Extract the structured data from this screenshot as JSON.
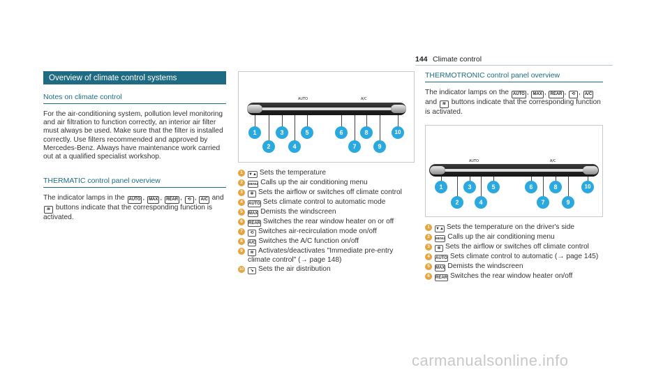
{
  "header": {
    "page_number": "144",
    "section_title": "Climate control"
  },
  "col1": {
    "banner": "Overview of climate control systems",
    "notes_heading": "Notes on climate control",
    "notes_text": "For the air-conditioning system, pollution level monitoring and air filtration to function correctly, an interior air filter must always be used. Make sure that the filter is installed correctly. Use filters recommended and approved by Mercedes-Benz. Always have maintenance work carried out at a qualified specialist workshop.",
    "thermatic_heading": "THERMATIC control panel overview",
    "thermatic_intro_a": "The indicator lamps in the",
    "thermatic_intro_b": "and",
    "thermatic_intro_c": "buttons indicate that the corresponding function is activated.",
    "icons": [
      "AUTO",
      "MAX",
      "REAR",
      "recirc",
      "A/C",
      "immediate"
    ]
  },
  "fig1": {
    "panel_labels": [
      "AUTO",
      "A/C"
    ],
    "callouts": [
      "1",
      "2",
      "3",
      "4",
      "5",
      "6",
      "7",
      "8",
      "9",
      "10"
    ]
  },
  "col2": {
    "items": [
      {
        "num": "1",
        "icon": "▼▲",
        "text": "Sets the temperature"
      },
      {
        "num": "2",
        "icon": "MENU",
        "text": "Calls up the air conditioning menu"
      },
      {
        "num": "3",
        "icon": "fan",
        "text": "Sets the airflow or switches off climate control"
      },
      {
        "num": "4",
        "icon": "AUTO",
        "text": "Sets climate control to automatic mode"
      },
      {
        "num": "5",
        "icon": "MAX",
        "text": "Demists the windscreen"
      },
      {
        "num": "6",
        "icon": "REAR",
        "text": "Switches the rear window heater on or off"
      },
      {
        "num": "7",
        "icon": "recirc",
        "text": "Switches air-recirculation mode on/off"
      },
      {
        "num": "8",
        "icon": "A/C",
        "text": "Switches the A/C function on/off"
      },
      {
        "num": "9",
        "icon": "immediate",
        "text": "Activates/deactivates \"Immediate pre-entry climate control\" (→ page 148)"
      },
      {
        "num": "10",
        "icon": "dist",
        "text": "Sets the air distribution"
      }
    ]
  },
  "col3": {
    "heading": "THERMOTRONIC control panel overview",
    "intro_a": "The indicator lamps on the",
    "intro_b": "and",
    "intro_c": "buttons indicate that the corresponding function is activated.",
    "items": [
      {
        "num": "1",
        "icon": "▼▲",
        "text": "Sets the temperature on the driver's side"
      },
      {
        "num": "2",
        "icon": "MENU",
        "text": "Calls up the air conditioning menu"
      },
      {
        "num": "3",
        "icon": "fan",
        "text": "Sets the airflow or switches off climate control"
      },
      {
        "num": "4",
        "icon": "AUTO",
        "text": "Sets climate control to automatic (→ page 145)"
      },
      {
        "num": "5",
        "icon": "MAX",
        "text": "Demists the windscreen"
      },
      {
        "num": "6",
        "icon": "REAR",
        "text": "Switches the rear window heater on/off"
      }
    ]
  },
  "fig2": {
    "panel_labels": [
      "AUTO",
      "A/C"
    ],
    "callouts": [
      "1",
      "2",
      "3",
      "4",
      "5",
      "6",
      "7",
      "8",
      "9",
      "10"
    ]
  },
  "watermark": "carmanualsonline.info",
  "colors": {
    "banner": "#1f6b84",
    "accent_text": "#1d6c86",
    "callout": "#2aa9e0",
    "bullet": "#e8a33d"
  }
}
